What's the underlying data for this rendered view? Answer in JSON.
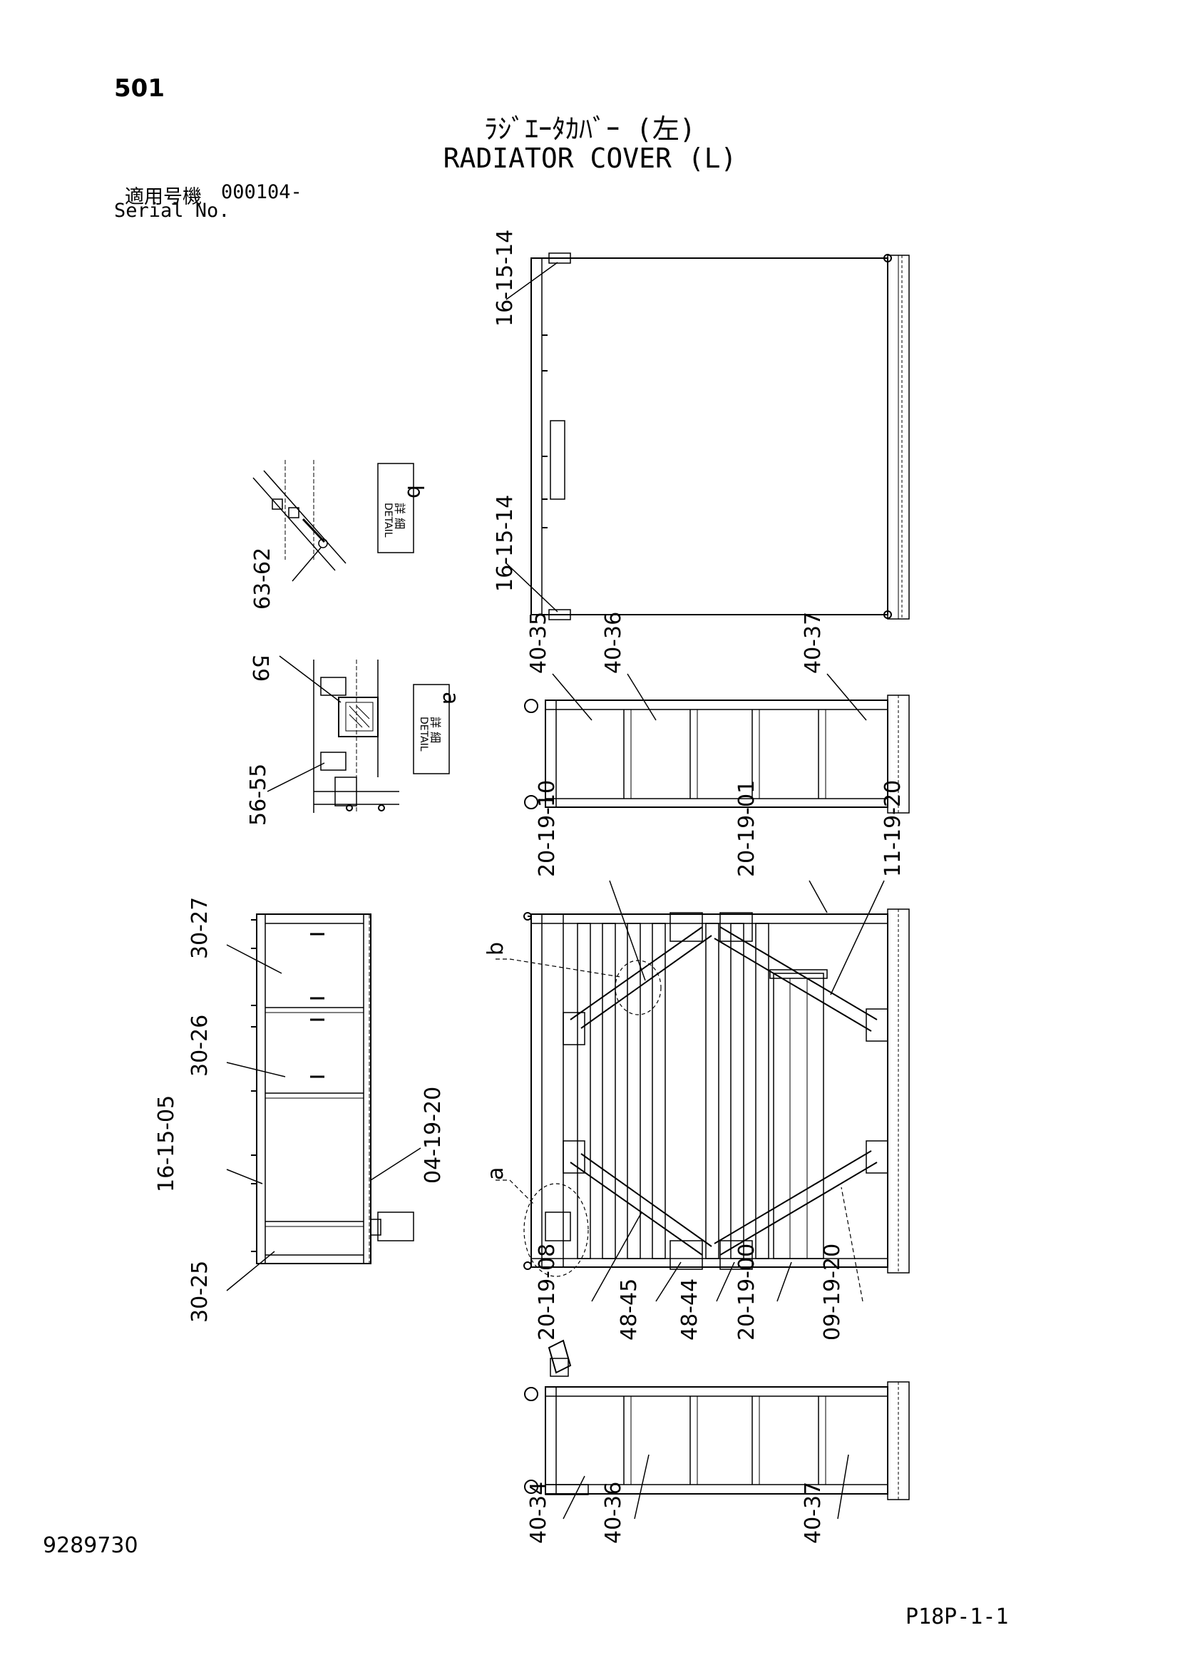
{
  "header": {
    "page_number": "501",
    "title_jp": "ﾗｼﾞｴｰﾀｶﾊﾞｰ (左)",
    "title_en": "RADIATOR COVER (L)",
    "serial_label_jp": "適用号機",
    "serial_value": "000104-",
    "serial_label_en": "Serial No."
  },
  "footer": {
    "document_number": "9289730",
    "page_ref": "P18P-1-1"
  },
  "details": {
    "b": {
      "letter": "b",
      "label_jp": "詳 細",
      "label_en": "DETAIL"
    },
    "a": {
      "letter": "a",
      "label_jp": "詳 細",
      "label_en": "DETAIL"
    }
  },
  "callouts": {
    "top_upper": "16-15-14",
    "top_lower": "16-15-14",
    "detail_b": "63-62",
    "detail_a_top": "59",
    "detail_a_bottom": "56-55",
    "mid1_a": "40-35",
    "mid1_b": "40-36",
    "mid1_c": "40-37",
    "main_top_a": "20-19-10",
    "main_top_b": "20-19-01",
    "main_top_c": "11-19-20",
    "main_b_ref": "b",
    "main_a_ref": "a",
    "main_bot_1": "20-19-08",
    "main_bot_2": "48-45",
    "main_bot_3": "48-44",
    "main_bot_4": "20-19-00",
    "main_bot_5": "09-19-20",
    "left_1": "30-27",
    "left_2": "30-26",
    "left_3": "16-15-05",
    "left_4": "04-19-20",
    "left_5": "30-25",
    "bot_1": "40-34",
    "bot_2": "40-36",
    "bot_3": "40-37"
  }
}
